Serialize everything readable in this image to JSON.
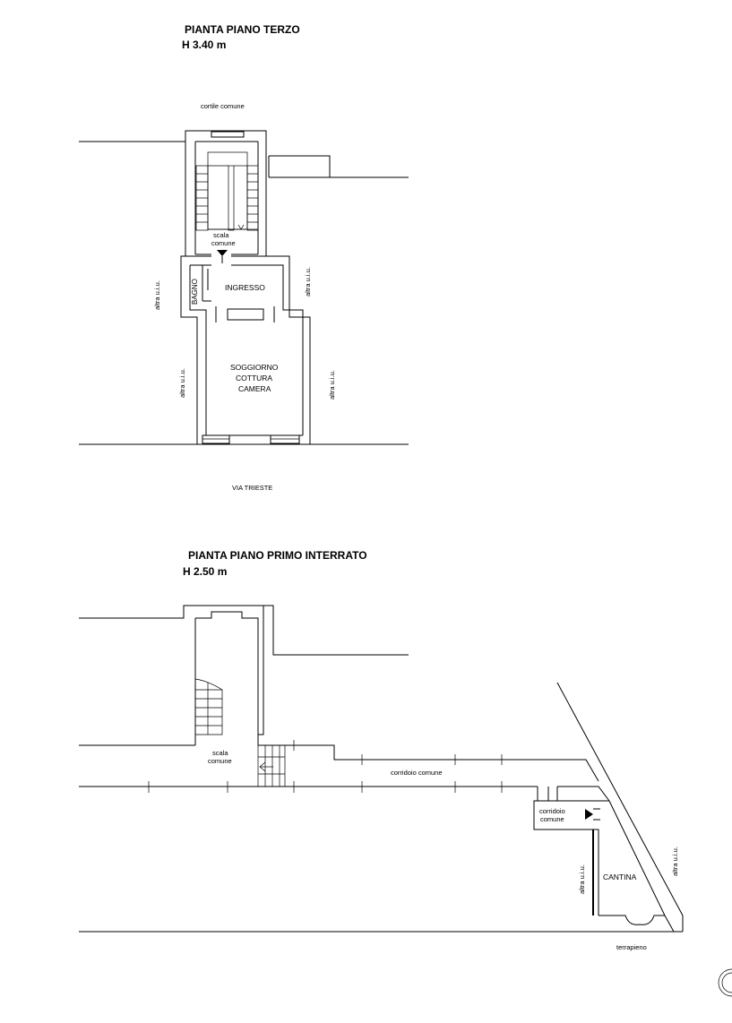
{
  "plan_third": {
    "title": "PIANTA PIANO TERZO",
    "height": "H 3.40 m",
    "labels": {
      "courtyard": "cortile comune",
      "stairs_line1": "scala",
      "stairs_line2": "comune",
      "bathroom": "BAGNO",
      "entrance": "INGRESSO",
      "living_line1": "SOGGIORNO",
      "living_line2": "COTTURA",
      "living_line3": "CAMERA",
      "other_unit": "altra u.i.u.",
      "street": "VIA TRIESTE"
    }
  },
  "plan_basement": {
    "title": "PIANTA PIANO PRIMO INTERRATO",
    "height": "H 2.50 m",
    "labels": {
      "stairs_line1": "scala",
      "stairs_line2": "comune",
      "corridor": "corridoio comune",
      "corridor2_line1": "corridoio",
      "corridor2_line2": "comune",
      "cellar": "CANTINA",
      "other_unit": "altra u.i.u.",
      "embankment": "terrapieno"
    }
  }
}
